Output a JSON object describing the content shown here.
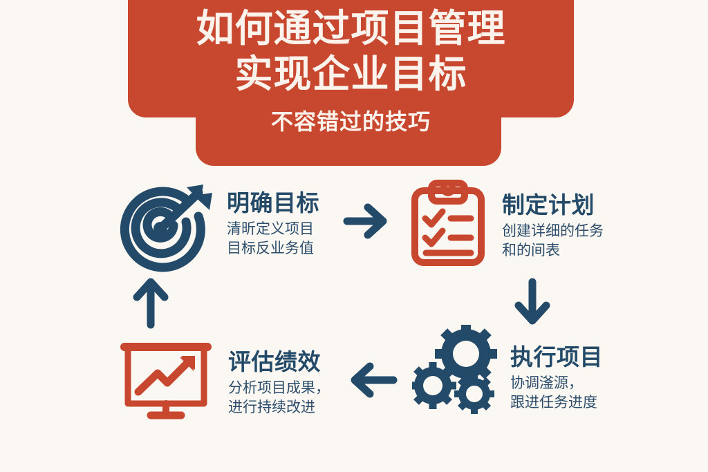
{
  "theme": {
    "background": "#FBF7F2",
    "accent_red": "#C8472F",
    "accent_navy": "#234A68",
    "title_text": "#FBF3EC"
  },
  "banner": {
    "title_line_1": "如何通过项目管理",
    "title_line_2": "实现企业目标",
    "subtitle": "不容错过的技巧"
  },
  "steps": [
    {
      "id": "step-1",
      "icon": "target-icon",
      "icon_color": "#234A68",
      "title": "明确目标",
      "desc_line_1": "清昕定义项目",
      "desc_line_2": "目标反业务值"
    },
    {
      "id": "step-2",
      "icon": "clipboard-checklist-icon",
      "icon_color": "#C8472F",
      "title": "制定计划",
      "desc_line_1": "创建详细的任务",
      "desc_line_2": "和的间表"
    },
    {
      "id": "step-3",
      "icon": "gears-icon",
      "icon_color": "#234A68",
      "title": "执行项目",
      "desc_line_1": "协调滏源，",
      "desc_line_2": "跟进任务进度"
    },
    {
      "id": "step-4",
      "icon": "presentation-chart-icon",
      "icon_color": "#C8472F",
      "title": "评估绩效",
      "desc_line_1": "分析项目成果，",
      "desc_line_2": "进行持续改进"
    }
  ],
  "arrows": [
    {
      "id": "arrow-right",
      "icon": "arrow-right-icon",
      "direction": "right",
      "color": "#234A68"
    },
    {
      "id": "arrow-down",
      "icon": "arrow-down-icon",
      "direction": "down",
      "color": "#234A68"
    },
    {
      "id": "arrow-left",
      "icon": "arrow-left-icon",
      "direction": "left",
      "color": "#234A68"
    },
    {
      "id": "arrow-up",
      "icon": "arrow-up-icon",
      "direction": "up",
      "color": "#234A68"
    }
  ]
}
